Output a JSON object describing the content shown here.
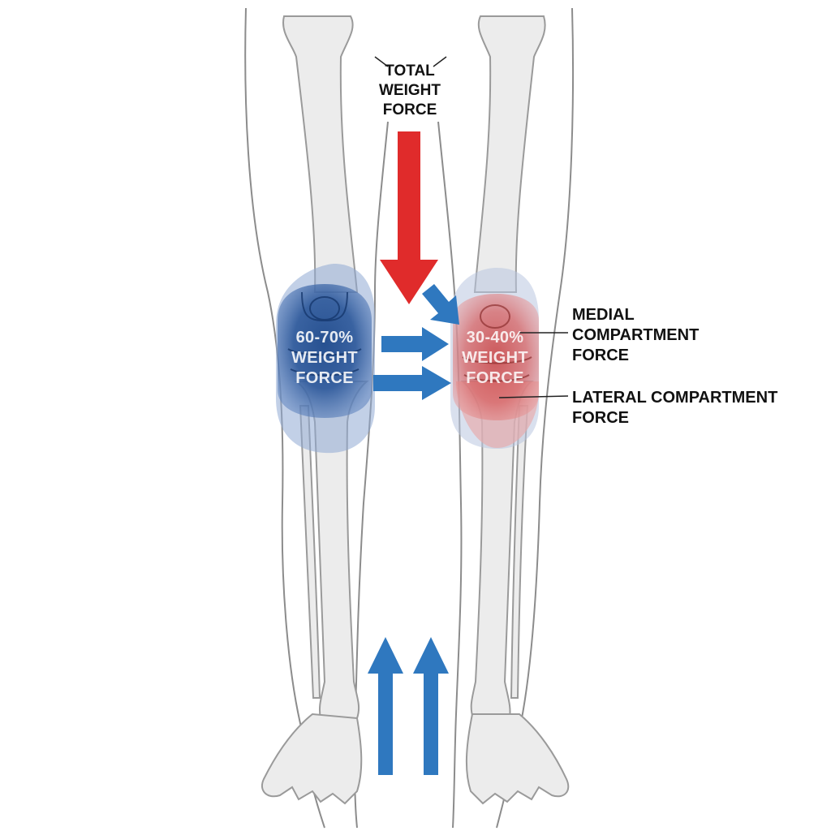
{
  "labels": {
    "total_weight_force": [
      "TOTAL",
      "WEIGHT",
      "FORCE"
    ],
    "left_knee": [
      "60-70%",
      "WEIGHT",
      "FORCE"
    ],
    "right_knee": [
      "30-40%",
      "WEIGHT",
      "FORCE"
    ],
    "medial": [
      "MEDIAL",
      "COMPARTMENT",
      "FORCE"
    ],
    "lateral": [
      "LATERAL COMPARTMENT",
      "FORCE"
    ]
  },
  "colors": {
    "bone_fill": "#ececec",
    "bone_stroke": "#9a9a9a",
    "leg_outline": "#8c8c8c",
    "red_arrow": "#e02b2b",
    "blue_arrow": "#2f78bf",
    "blue_zone": "#2f5aa0",
    "red_zone": "#d24a4a"
  },
  "icons": {
    "down_force": "red-down-arrow-icon",
    "lateral_force": "blue-right-arrow-icon",
    "ground_reaction": "blue-up-arrow-icon"
  }
}
